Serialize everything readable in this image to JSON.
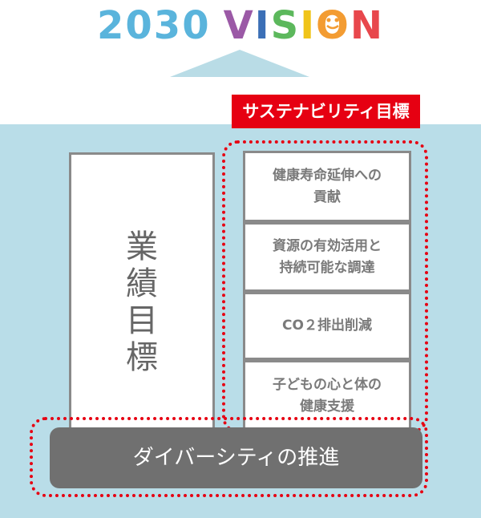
{
  "title": {
    "chars": [
      "2",
      "0",
      "3",
      "0",
      " ",
      "V",
      "I",
      "S",
      "I",
      "O",
      "N"
    ],
    "colors": [
      "#5ab4dc",
      "#5ab4dc",
      "#5ab4dc",
      "#5ab4dc",
      "#ffffff",
      "#9b59a6",
      "#3b6fb6",
      "#5cb85c",
      "#f0c419",
      "#f39c32",
      "#e8474c"
    ]
  },
  "badge_label": "サステナビリティ目標",
  "performance_label": "業\n績\n目\n標",
  "goals": [
    "健康寿命延伸への\n貢献",
    "資源の有効活用と\n持続可能な調達",
    "CO２排出削減",
    "子どもの心と体の\n健康支援"
  ],
  "foundation_label": "ダイバーシティの推進"
}
